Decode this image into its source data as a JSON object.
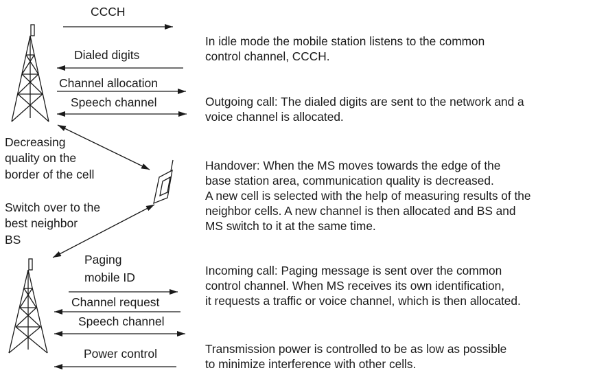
{
  "diagram": {
    "arrow_labels": {
      "ccch": "CCCH",
      "dialed_digits": "Dialed digits",
      "channel_allocation": "Channel allocation",
      "speech_channel_top": "Speech channel",
      "paging_line1": "Paging",
      "paging_line2": "mobile ID",
      "channel_request": "Channel request",
      "speech_channel_bottom": "Speech channel",
      "power_control": "Power control"
    },
    "side_notes": {
      "decreasing_quality": [
        "Decreasing",
        "quality on the",
        "border of the cell"
      ],
      "switch_over": [
        "Switch over to the",
        "best neighbor",
        "BS"
      ]
    },
    "descriptions": {
      "idle_mode": [
        "In idle mode the mobile station listens to the common",
        "control channel, CCCH."
      ],
      "outgoing_call": [
        "Outgoing call: The dialed digits are sent to the network and a",
        "voice channel is allocated."
      ],
      "handover": [
        "Handover: When the MS moves towards the edge of the",
        "base station area, communication quality is decreased.",
        "A new cell is selected with the help of measuring results of the",
        "neighbor cells. A new channel is then allocated and BS and",
        "MS switch to it at the same time."
      ],
      "incoming_call": [
        "Incoming call: Paging message is sent over the common",
        "control  channel. When MS receives its own identification,",
        "it requests a traffic or voice channel, which is then allocated."
      ],
      "power_control": [
        "Transmission power is controlled to be as low as possible",
        "to minimize interference with other cells."
      ]
    }
  }
}
